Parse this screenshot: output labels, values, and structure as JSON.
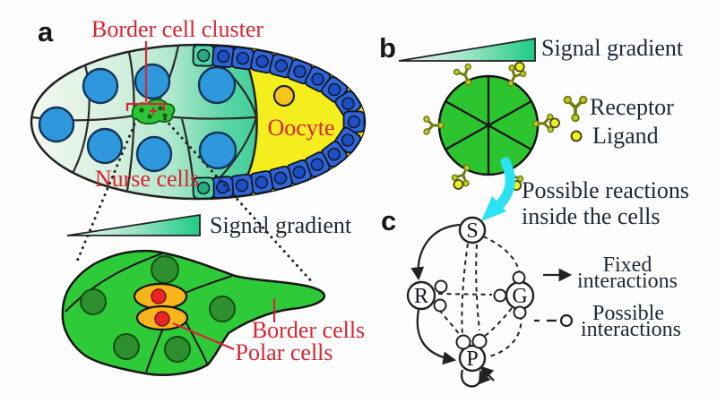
{
  "figure": {
    "type": "scientific-diagram",
    "subject": "Border cell cluster migration in egg chamber with signaling model"
  },
  "panel_a": {
    "label": "a",
    "border_cell_cluster_label": "Border cell cluster",
    "nurse_cells_label": "Nurse cells",
    "oocyte_label": "Oocyte",
    "signal_gradient_label": "Signal gradient",
    "border_cells_label": "Border cells",
    "polar_cells_label": "Polar cells"
  },
  "panel_b": {
    "label": "b",
    "signal_gradient_label": "Signal gradient",
    "receptor_label": "Receptor",
    "ligand_label": "Ligand",
    "caption_line1": "Possible reactions",
    "caption_line2": "inside the cells"
  },
  "panel_c": {
    "label": "c",
    "node_s": "S",
    "node_r": "R",
    "node_g": "G",
    "node_p": "P",
    "legend": {
      "fixed_line1": "Fixed",
      "fixed_line2": "interactions",
      "possible_line1": "Possible",
      "possible_line2": "interactions"
    }
  },
  "colors": {
    "red_label": "#d92433",
    "egg_pale": "#f3f8f1",
    "egg_teal": "#3bcd96",
    "oocyte_yellow": "#f4ee1f",
    "follicle_blue": "#2e66d8",
    "follicle_nucleus": "#1d4fc4",
    "follicle_teal": "#4fd4a4",
    "follicle_teal_nucleus": "#2aa87e",
    "nurse_nucleus_blue": "#2f97dc",
    "cluster_green": "#2fca38",
    "dark_green_nucleus": "#2e8f2e",
    "polar_orange": "#f7b51c",
    "polar_nucleus_red": "#e92525",
    "receptor_olive": "#6f7d12",
    "receptor_fill": "#c3cd20",
    "ligand_yellow": "#eded28",
    "cyan_arrow": "#2be2f4",
    "line_dark": "#1d1d1d"
  }
}
